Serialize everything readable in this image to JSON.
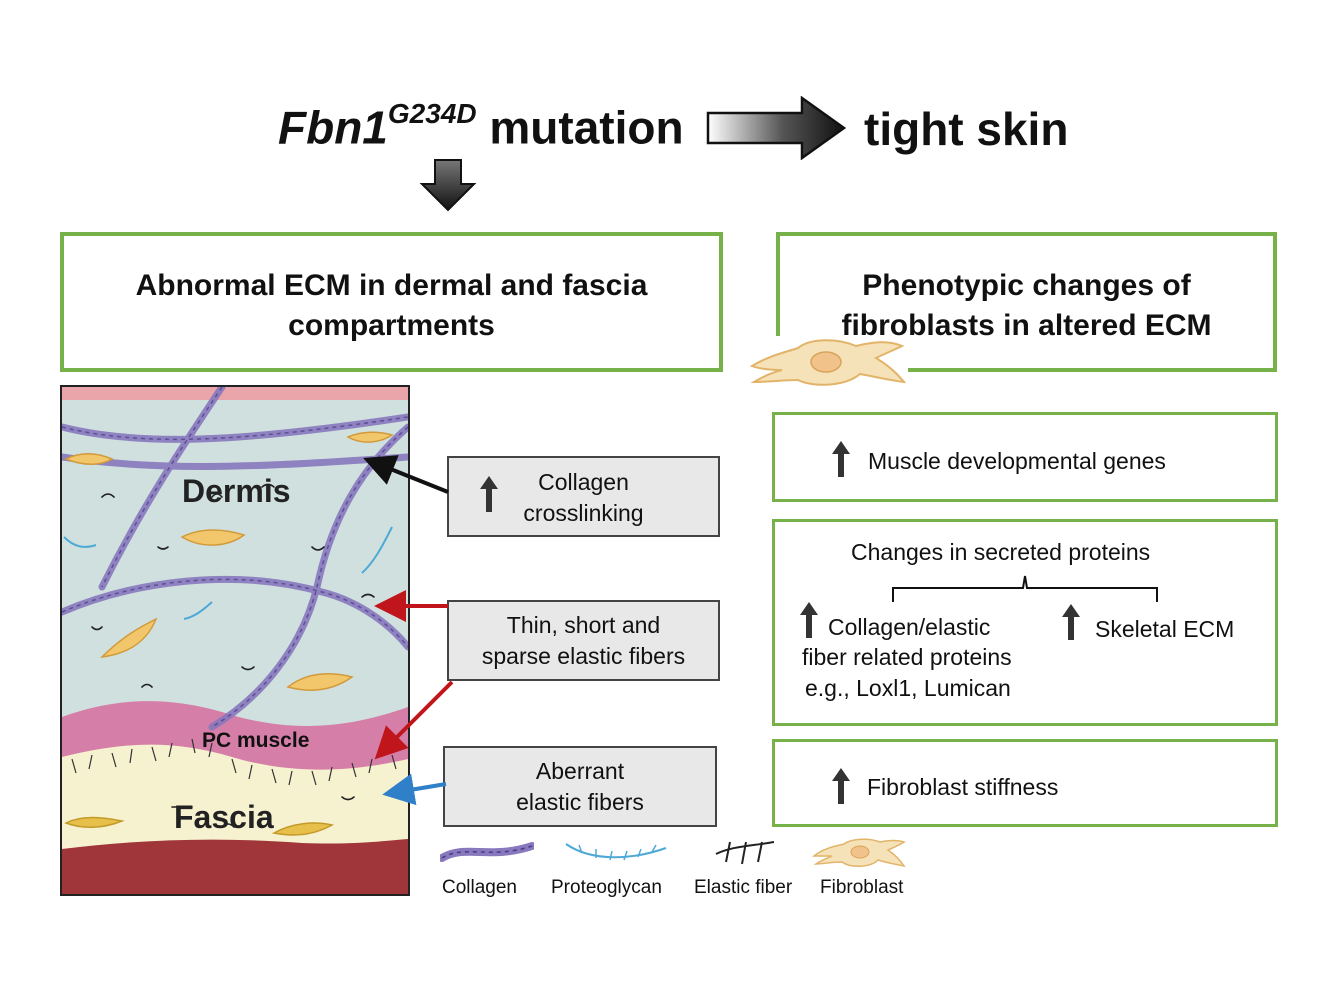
{
  "top": {
    "gene": "Fbn1",
    "superscript": "G234D",
    "mutation_word": "mutation",
    "result": "tight skin"
  },
  "left_header": {
    "line1": "Abnormal ECM in dermal and fascia",
    "line2": "compartments"
  },
  "right_header": {
    "line1": "Phenotypic changes of",
    "line2": "fibroblasts in altered ECM"
  },
  "tissue": {
    "dermis": "Dermis",
    "pc_muscle": "PC muscle",
    "fascia": "Fascia"
  },
  "callouts": {
    "collagen": {
      "line1": "Collagen",
      "line2": "crosslinking"
    },
    "thin": {
      "line1": "Thin, short and",
      "line2": "sparse elastic fibers"
    },
    "aberrant": {
      "line1": "Aberrant",
      "line2": "elastic fibers"
    }
  },
  "right_boxes": {
    "muscle": "Muscle developmental genes",
    "secreted": {
      "title": "Changes in secreted proteins",
      "left_line1": "Collagen/elastic",
      "left_line2": "fiber related proteins",
      "left_line3": "e.g., Loxl1, Lumican",
      "right": "Skeletal ECM"
    },
    "stiffness": "Fibroblast stiffness"
  },
  "legend": {
    "collagen": "Collagen",
    "proteoglycan": "Proteoglycan",
    "elastic": "Elastic fiber",
    "fibroblast": "Fibroblast"
  },
  "colors": {
    "box_border": "#77b14a",
    "callout_fill": "#e8e8e8",
    "dermis": "#cfe0df",
    "fascia": "#f6f1cf",
    "muscle": "#d97fa8",
    "base": "#a0353a",
    "fibroblast": "#f2c76b",
    "collagen": "#8878bd",
    "proteoglycan": "#4ea9d6",
    "arrow_red": "#c0151b",
    "arrow_blue": "#2f7fc9"
  }
}
